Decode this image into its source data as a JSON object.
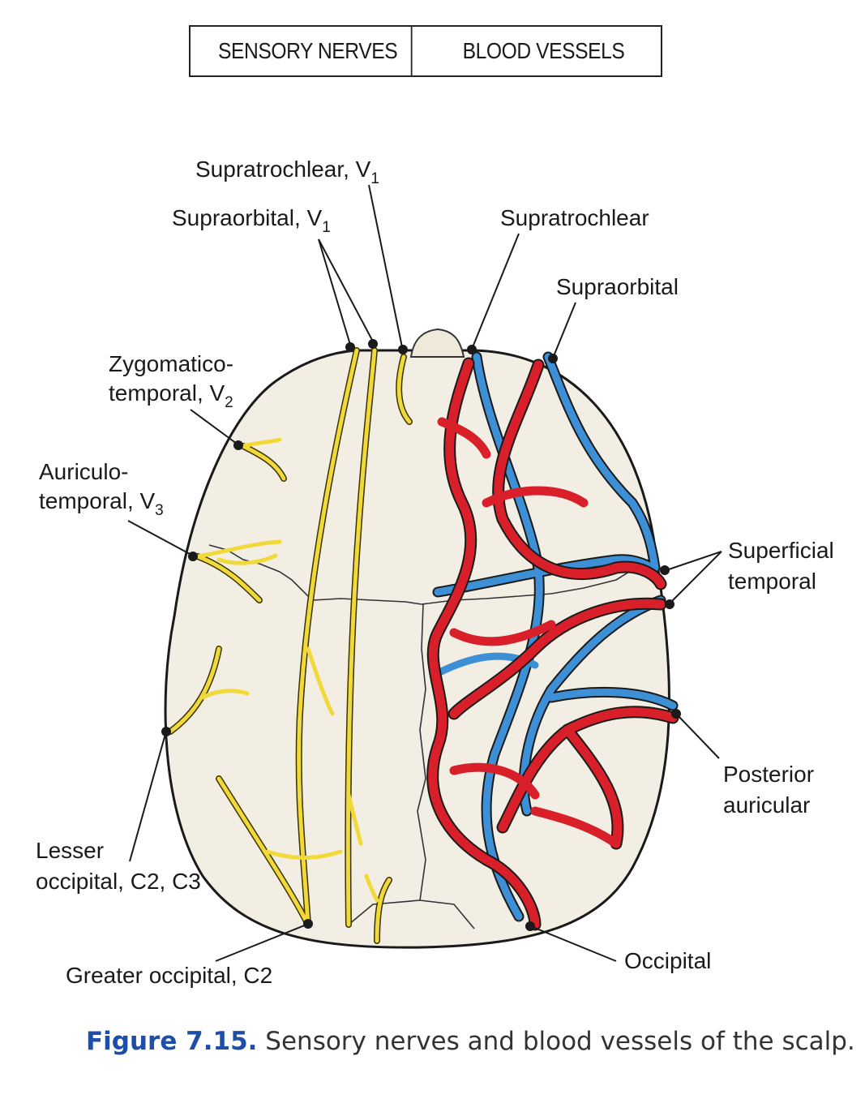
{
  "header": {
    "left_label": "SENSORY NERVES",
    "right_label": "BLOOD VESSELS"
  },
  "labels": {
    "supratrochlear_nerve": "Supratrochlear, V",
    "supratrochlear_nerve_sub": "1",
    "supraorbital_nerve": "Supraorbital, V",
    "supraorbital_nerve_sub": "1",
    "zygomaticotemporal_line1": "Zygomatico-",
    "zygomaticotemporal_line2": "temporal, V",
    "zygomaticotemporal_sub": "2",
    "auriculotemporal_line1": "Auriculo-",
    "auriculotemporal_line2": "temporal, V",
    "auriculotemporal_sub": "3",
    "lesser_occipital_line1": "Lesser",
    "lesser_occipital_line2": "occipital, C2, C3",
    "greater_occipital": "Greater occipital, C2",
    "supratrochlear_vessel": "Supratrochlear",
    "supraorbital_vessel": "Supraorbital",
    "superficial_temporal_line1": "Superficial",
    "superficial_temporal_line2": "temporal",
    "posterior_auricular_line1": "Posterior",
    "posterior_auricular_line2": "auricular",
    "occipital_vessel": "Occipital"
  },
  "colors": {
    "nerve": "#f2d93a",
    "artery": "#d9202a",
    "vein": "#3d8fd6",
    "scalp": "#f3eee4",
    "caption_accent": "#1d4fa8"
  },
  "caption": {
    "number": "Figure 7.15.",
    "text": " Sensory nerves and blood vessels of the scalp."
  }
}
